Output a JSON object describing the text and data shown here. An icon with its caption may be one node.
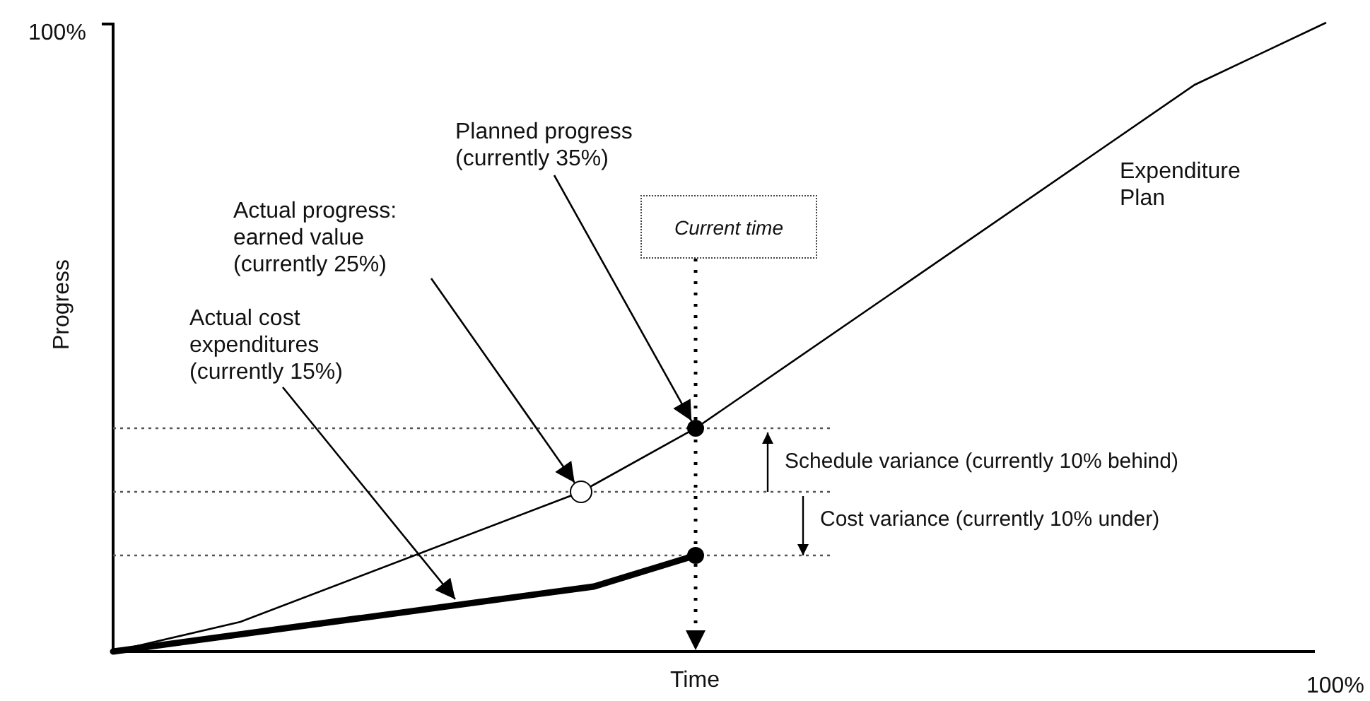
{
  "diagram": {
    "nodes": [
      {
        "text": [
          "Planned progress (currently 35%)"
        ]
      },
      {
        "text": [
          "Actual progress: earned value (currently 25%)"
        ]
      },
      {
        "text": [
          "Actual cost expenditures (currently 15%)"
        ]
      },
      {
        "text": [
          "Current time"
        ]
      },
      {
        "text": [
          "Expenditure Plan"
        ]
      },
      {
        "text": [],
        "shape": "circle"
      },
      {
        "text": [],
        "shape": "circle"
      },
      {
        "text": [
          "Time"
        ]
      }
    ],
    "edges": [
      {
        "from": 0,
        "to": 5,
        "arrow": "to"
      },
      {
        "from": 1,
        "to": 6,
        "arrow": "to"
      },
      {
        "from": 2,
        "to": null,
        "arrow": "to"
      },
      {
        "from": 3,
        "to": 7,
        "arrow": "to",
        "style": "dashed"
      }
    ],
    "labels": [
      "100%",
      "Progress",
      "Schedule variance (currently 10% behind)",
      "Cost variance (currently 10% under)",
      "100%"
    ]
  }
}
